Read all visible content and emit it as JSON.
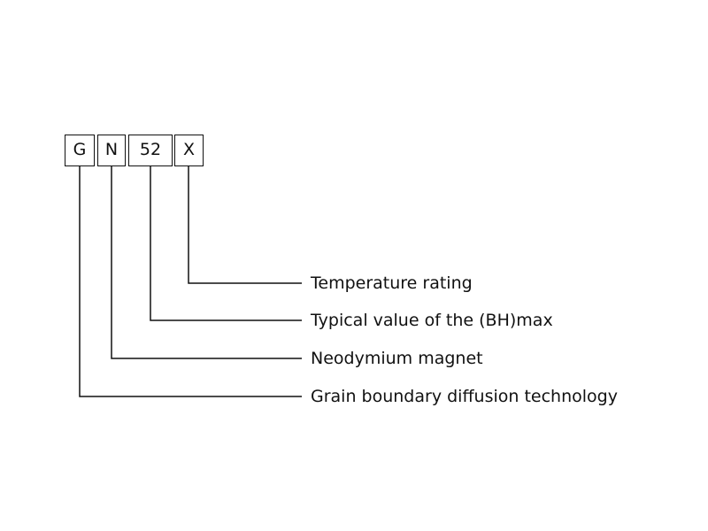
{
  "diagram": {
    "code_segments": [
      {
        "text": "G",
        "label": "Grain boundary diffusion technology"
      },
      {
        "text": "N",
        "label": "Neodymium magnet"
      },
      {
        "text": "52",
        "label": "Typical value of the (BH)max"
      },
      {
        "text": "X",
        "label": "Temperature rating"
      }
    ],
    "line_color": "#111111",
    "text_color": "#111111"
  }
}
